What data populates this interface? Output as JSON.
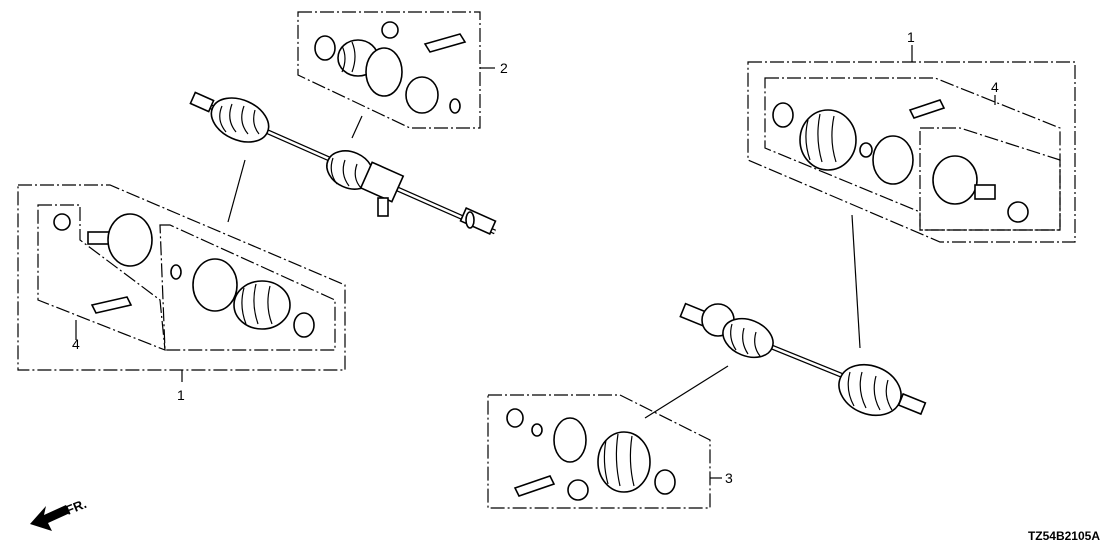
{
  "callouts": {
    "left_assembly": "1",
    "left_subkit": "4",
    "top_kit": "2",
    "right_assembly": "1",
    "right_subkit": "4",
    "bottom_kit": "3"
  },
  "direction_marker": "FR.",
  "diagram_code": "TZ54B2105A"
}
